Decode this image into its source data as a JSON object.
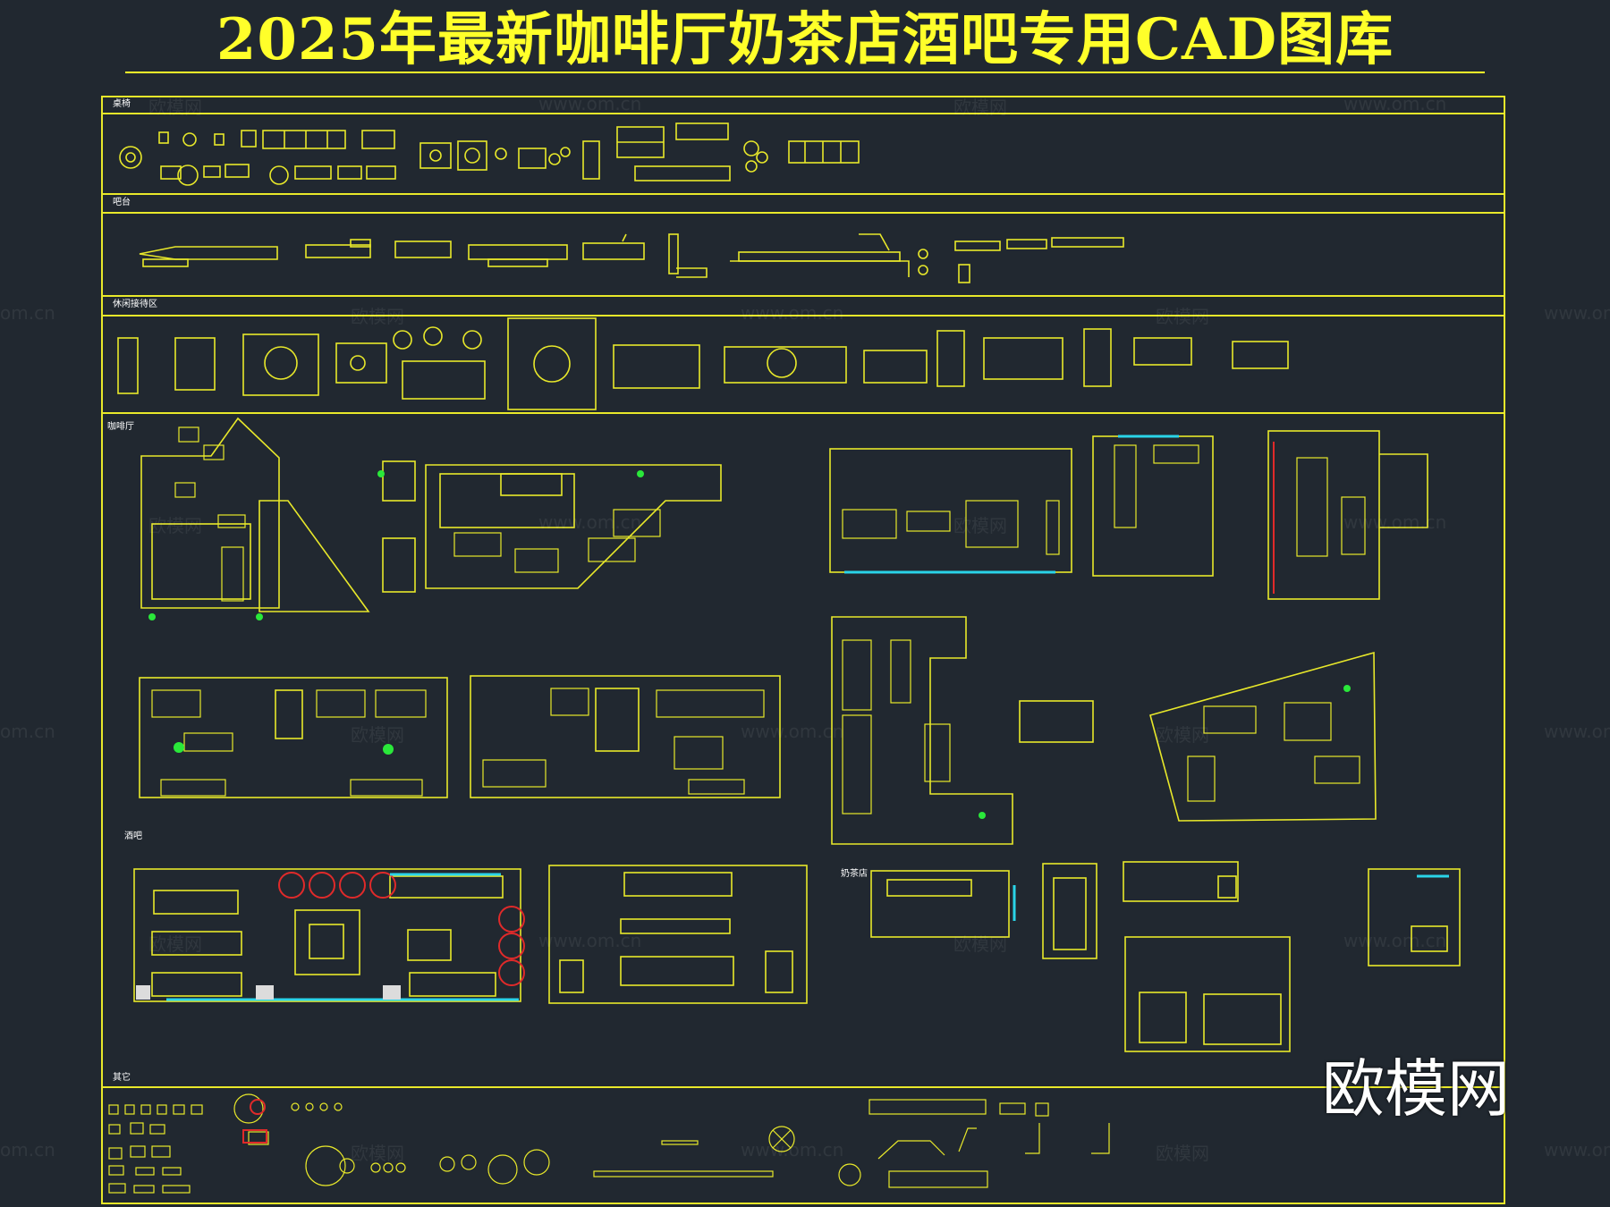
{
  "title": "2025年最新咖啡厅奶茶店酒吧专用CAD图库",
  "sections": {
    "tables_chairs": "桌椅",
    "bar_counter": "吧台",
    "lounge": "休闲接待区",
    "cafe": "咖啡厅",
    "bar": "酒吧",
    "milk_tea": "奶茶店",
    "others": "其它"
  },
  "watermark": {
    "logo_text": "欧模网",
    "url_text": "www.om.cn",
    "short_text": "om.cn"
  },
  "colors": {
    "background": "#212830",
    "title": "#ffff2a",
    "frame": "#e9e92a",
    "drawing": "#e8e82a",
    "accent_red": "#e02a2a",
    "accent_cyan": "#2ad4e8",
    "accent_green": "#2ae83a"
  }
}
